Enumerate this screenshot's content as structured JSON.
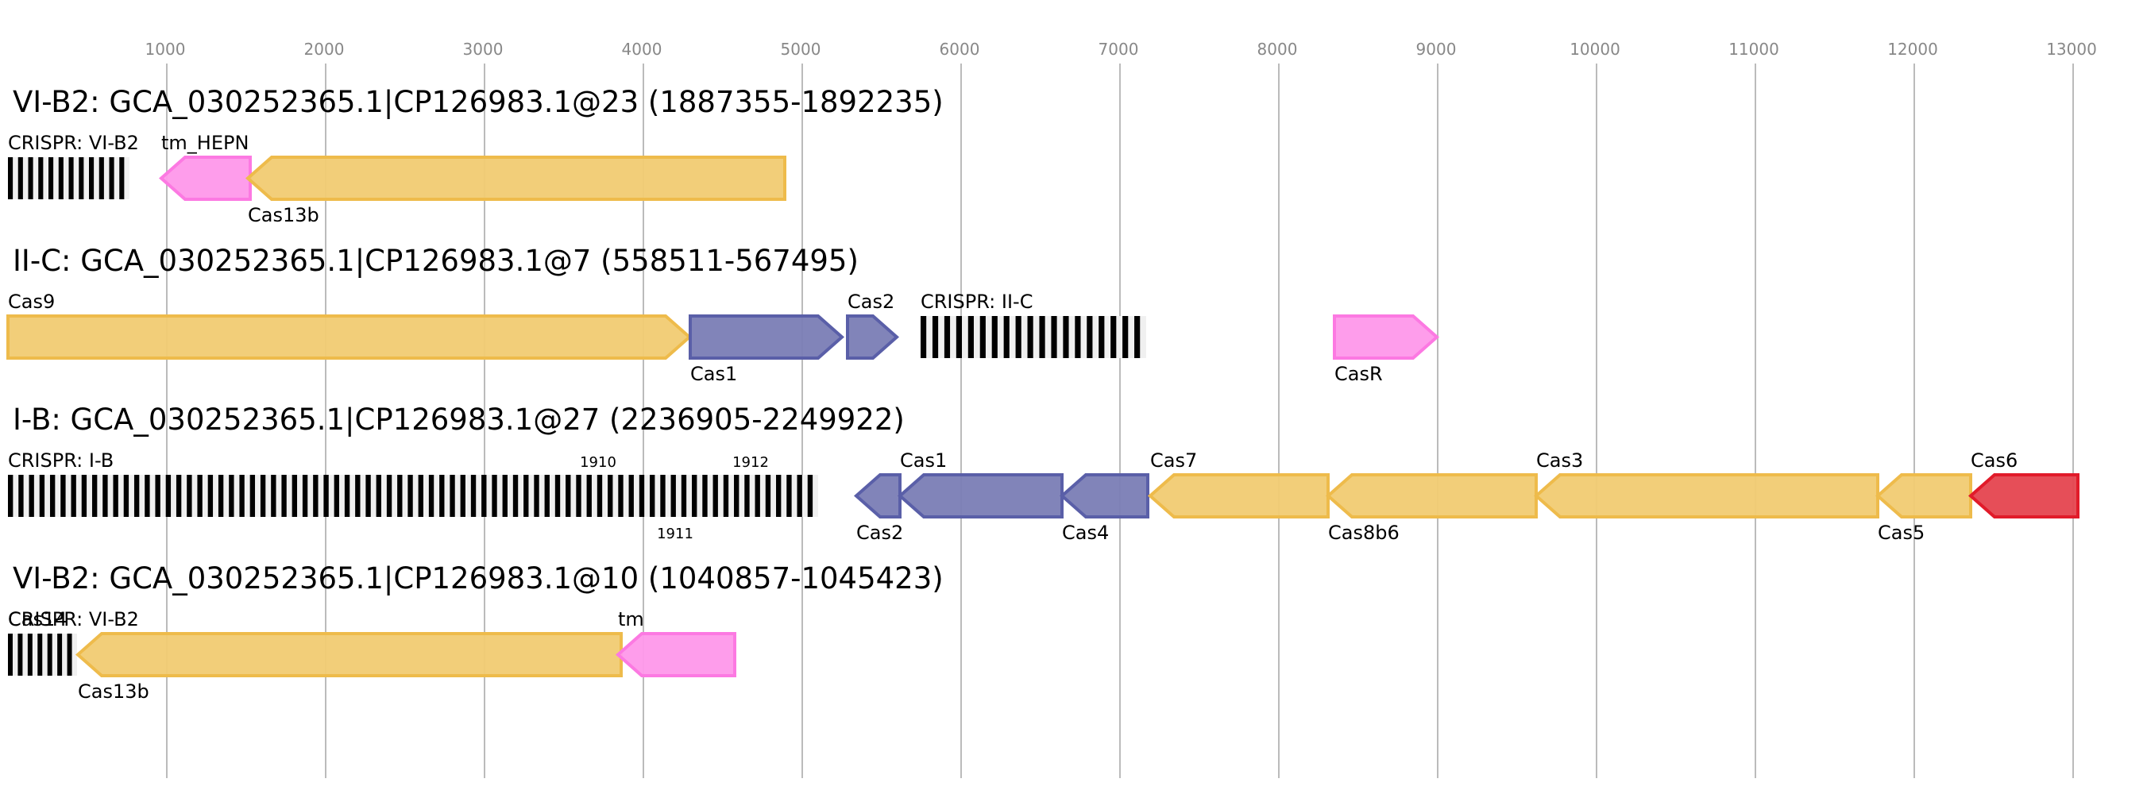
{
  "chart_data": {
    "type": "gene-track-diagram",
    "title": "",
    "xlabel": "",
    "ylabel": "",
    "x_range": [
      0,
      13100
    ],
    "grid": true,
    "ticks": [
      1000,
      2000,
      3000,
      4000,
      5000,
      6000,
      7000,
      8000,
      9000,
      10000,
      11000,
      12000,
      13000
    ],
    "tick_labels": [
      "1000",
      "2000",
      "3000",
      "4000",
      "5000",
      "6000",
      "7000",
      "8000",
      "9000",
      "10000",
      "11000",
      "12000",
      "13000"
    ],
    "colors": {
      "effector_fill": "#f1cb72",
      "effector_stroke": "#eebb4b",
      "adaptation_fill": "#7a7db5",
      "adaptation_stroke": "#5a5fa8",
      "accessory_fill": "#fe98ea",
      "accessory_stroke": "#fc79e2",
      "cas6_fill": "#e5444f",
      "cas6_stroke": "#e11b2a",
      "repeat_dark": "#000000",
      "repeat_light": "#f0f0f0"
    },
    "tracks": [
      {
        "title": "VI-B2: GCA_030252365.1|CP126983.1@23 (1887355-1892235)",
        "features": [
          {
            "kind": "crispr",
            "label": "CRISPR: VI-B2",
            "start": 0,
            "end": 765,
            "repeats": 12,
            "label_pos": "top"
          },
          {
            "kind": "gene",
            "label": "tm_HEPN",
            "start": 965,
            "end": 1525,
            "strand": "-",
            "class": "accessory",
            "label_pos": "top"
          },
          {
            "kind": "gene",
            "label": "Cas13b",
            "start": 1510,
            "end": 4890,
            "strand": "-",
            "class": "effector",
            "label_pos": "bottom"
          }
        ]
      },
      {
        "title": "II-C: GCA_030252365.1|CP126983.1@7 (558511-567495)",
        "features": [
          {
            "kind": "gene",
            "label": "Cas9",
            "start": 0,
            "end": 4290,
            "strand": "+",
            "class": "effector",
            "label_pos": "top"
          },
          {
            "kind": "gene",
            "label": "Cas1",
            "start": 4295,
            "end": 5250,
            "strand": "+",
            "class": "adaptation",
            "label_pos": "bottom"
          },
          {
            "kind": "gene",
            "label": "Cas2",
            "start": 5285,
            "end": 5595,
            "strand": "+",
            "class": "adaptation",
            "label_pos": "top"
          },
          {
            "kind": "crispr",
            "label": "CRISPR: II-C",
            "start": 5745,
            "end": 7165,
            "repeats": 19,
            "label_pos": "top"
          },
          {
            "kind": "gene",
            "label": "CasR",
            "start": 8350,
            "end": 8995,
            "strand": "+",
            "class": "accessory",
            "label_pos": "bottom"
          }
        ]
      },
      {
        "title": "I-B: GCA_030252365.1|CP126983.1@27 (2236905-2249922)",
        "features": [
          {
            "kind": "crispr",
            "label": "CRISPR: I-B",
            "start": 0,
            "end": 5100,
            "repeats": 77,
            "label_pos": "top"
          },
          {
            "kind": "gene",
            "label": "Cas2",
            "start": 5340,
            "end": 5615,
            "strand": "-",
            "class": "adaptation",
            "label_pos": "bottom"
          },
          {
            "kind": "gene",
            "label": "Cas1",
            "start": 5615,
            "end": 6635,
            "strand": "-",
            "class": "adaptation",
            "label_pos": "top"
          },
          {
            "kind": "gene",
            "label": "Cas4",
            "start": 6635,
            "end": 7175,
            "strand": "-",
            "class": "adaptation",
            "label_pos": "bottom"
          },
          {
            "kind": "gene",
            "label": "Cas7",
            "start": 7190,
            "end": 8310,
            "strand": "-",
            "class": "effector",
            "label_pos": "top"
          },
          {
            "kind": "gene",
            "label": "Cas8b6",
            "start": 8310,
            "end": 9620,
            "strand": "-",
            "class": "effector",
            "label_pos": "bottom"
          },
          {
            "kind": "gene",
            "label": "Cas3",
            "start": 9620,
            "end": 11770,
            "strand": "-",
            "class": "effector",
            "label_pos": "top"
          },
          {
            "kind": "gene",
            "label": "Cas5",
            "start": 11770,
            "end": 12355,
            "strand": "-",
            "class": "effector",
            "label_pos": "bottom"
          },
          {
            "kind": "gene",
            "label": "Cas6",
            "start": 12355,
            "end": 13030,
            "strand": "-",
            "class": "cas6",
            "label_pos": "top"
          }
        ],
        "repeat_labels": [
          {
            "text": "1910",
            "pos": 3715,
            "row": "top"
          },
          {
            "text": "1911",
            "pos": 4200,
            "row": "bottom"
          },
          {
            "text": "1912",
            "pos": 4675,
            "row": "top"
          }
        ]
      },
      {
        "title": "VI-B2: GCA_030252365.1|CP126983.1@10 (1040857-1045423)",
        "features": [
          {
            "kind": "crispr",
            "label": "CRISPR: VI-B2",
            "start": 0,
            "end": 435,
            "repeats": 7,
            "label_pos": "top"
          },
          {
            "kind": "gene",
            "label": "Cas14",
            "start": 0,
            "end": 60,
            "strand": "+",
            "class": "hidden",
            "label_pos": "top"
          },
          {
            "kind": "gene",
            "label": "Cas13b",
            "start": 440,
            "end": 3860,
            "strand": "-",
            "class": "effector",
            "label_pos": "bottom"
          },
          {
            "kind": "gene",
            "label": "tm",
            "start": 3840,
            "end": 4575,
            "strand": "-",
            "class": "accessory",
            "label_pos": "top"
          }
        ]
      }
    ]
  }
}
